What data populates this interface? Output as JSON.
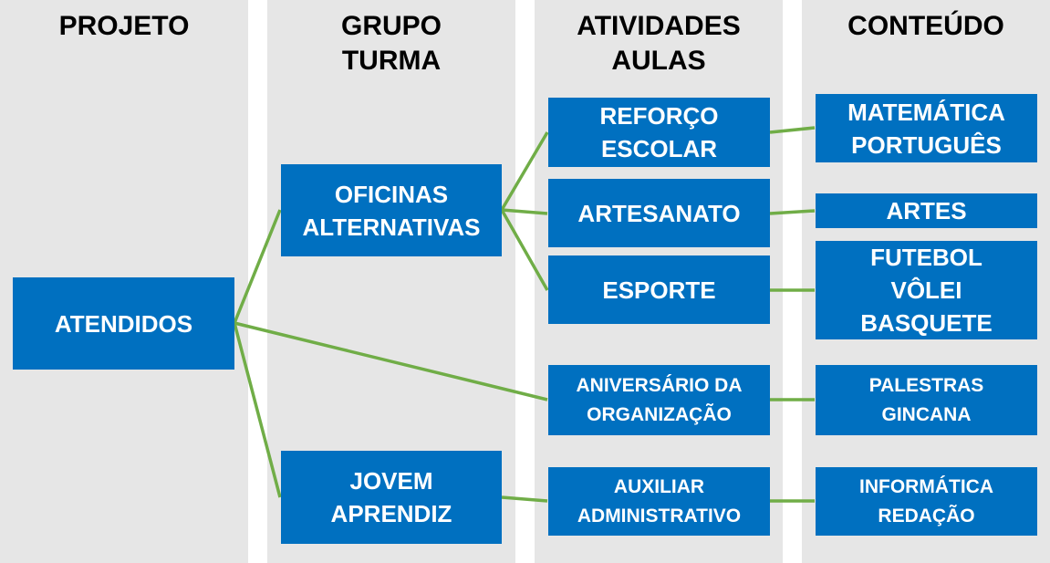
{
  "columns": {
    "projeto": [
      "PROJETO"
    ],
    "grupo": [
      "GRUPO",
      "TURMA"
    ],
    "atividades": [
      "ATIVIDADES",
      "AULAS"
    ],
    "conteudo": [
      "CONTEÚDO"
    ]
  },
  "nodes": {
    "atendidos": [
      "ATENDIDOS"
    ],
    "oficinas": [
      "OFICINAS",
      "ALTERNATIVAS"
    ],
    "jovem": [
      "JOVEM",
      "APRENDIZ"
    ],
    "reforco": [
      "REFORÇO",
      "ESCOLAR"
    ],
    "artesanato": [
      "ARTESANATO"
    ],
    "esporte": [
      "ESPORTE"
    ],
    "aniversario": [
      "ANIVERSÁRIO DA",
      "ORGANIZAÇÃO"
    ],
    "auxiliar": [
      "AUXILIAR",
      "ADMINISTRATIVO"
    ],
    "matematica": [
      "MATEMÁTICA",
      "PORTUGUÊS"
    ],
    "artes": [
      "ARTES"
    ],
    "futebol": [
      "FUTEBOL",
      "VÔLEI",
      "BASQUETE"
    ],
    "palestras": [
      "PALESTRAS",
      "GINCANA"
    ],
    "informatica": [
      "INFORMÁTICA",
      "REDAÇÃO"
    ]
  },
  "colors": {
    "box": "#0070c0",
    "connector": "#70ad47",
    "column_bg": "#e6e6e6"
  }
}
